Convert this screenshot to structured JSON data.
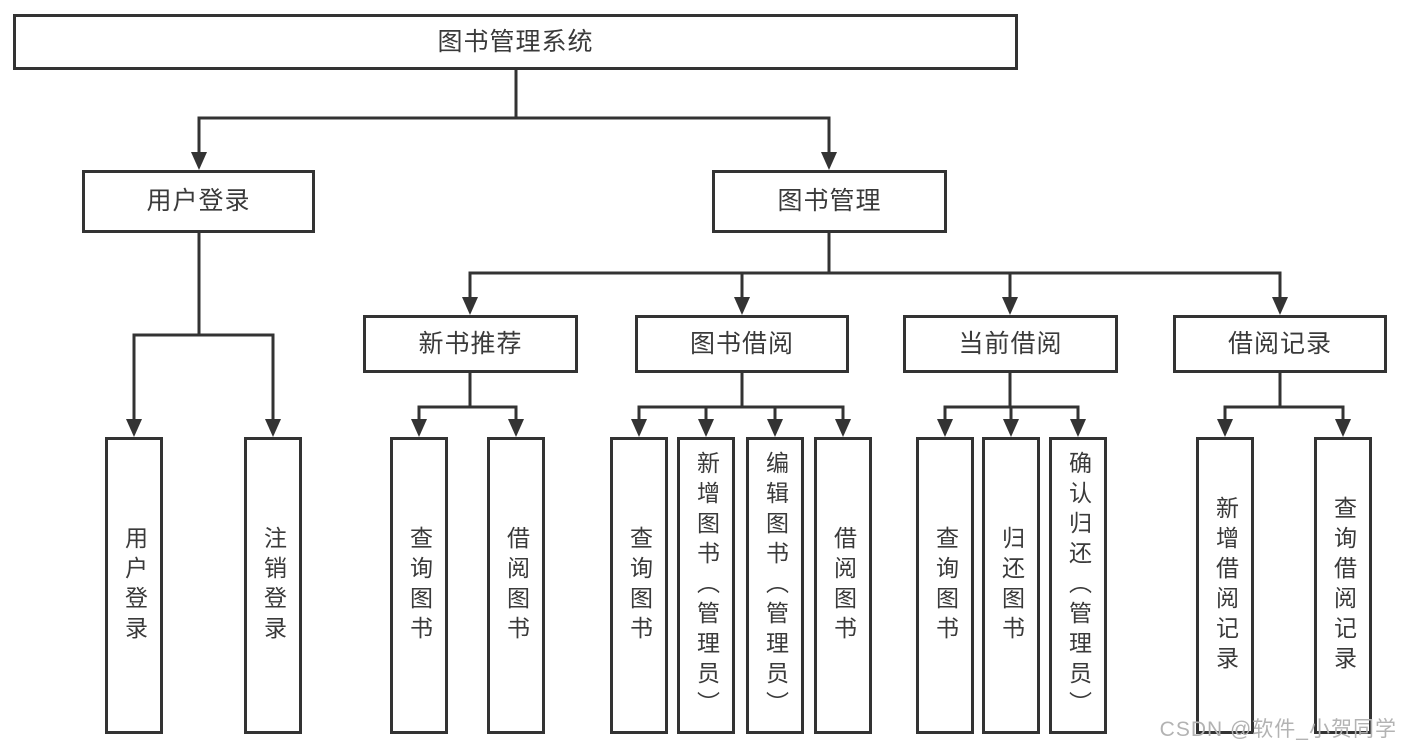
{
  "diagram_type": "functional-structure-tree",
  "colors": {
    "line": "#333333",
    "box_border": "#333333",
    "box_fill": "#ffffff",
    "text": "#3a3a3a",
    "watermark": "#b3b3b3",
    "background": "#ffffff"
  },
  "tree": {
    "label": "图书管理系统",
    "children": [
      {
        "label": "用户登录",
        "children": [
          {
            "label": "用户登录"
          },
          {
            "label": "注销登录"
          }
        ]
      },
      {
        "label": "图书管理",
        "children": [
          {
            "label": "新书推荐",
            "children": [
              {
                "label": "查询图书"
              },
              {
                "label": "借阅图书"
              }
            ]
          },
          {
            "label": "图书借阅",
            "children": [
              {
                "label": "查询图书"
              },
              {
                "label": "新增图书（管理员）"
              },
              {
                "label": "编辑图书（管理员）"
              },
              {
                "label": "借阅图书"
              }
            ]
          },
          {
            "label": "当前借阅",
            "children": [
              {
                "label": "查询图书"
              },
              {
                "label": "归还图书"
              },
              {
                "label": "确认归还（管理员）"
              }
            ]
          },
          {
            "label": "借阅记录",
            "children": [
              {
                "label": "新增借阅记录"
              },
              {
                "label": "查询借阅记录"
              }
            ]
          }
        ]
      }
    ]
  },
  "watermark": {
    "text": "CSDN @软件_小贺同学"
  }
}
